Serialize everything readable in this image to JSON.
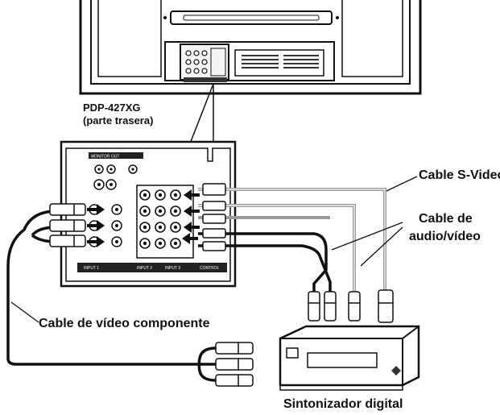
{
  "labels": {
    "model": "PDP-427XG",
    "model_sub": "(parte trasera)",
    "s_video_cable": "Cable S-Video",
    "av_cable_line1": "Cable de",
    "av_cable_line2": "audio/vídeo",
    "component_cable": "Cable de vídeo componente",
    "tuner": "Sintonizador digital"
  },
  "panel_text": {
    "monitor_out": "MONITOR OUT",
    "input_1": "INPUT 1",
    "input_2": "INPUT 2",
    "input_3": "INPUT 3",
    "control": "CONTROL"
  },
  "colors": {
    "outline": "#111111",
    "cable_gray": "#9a9a9a",
    "panel_fill": "#ffffff"
  }
}
